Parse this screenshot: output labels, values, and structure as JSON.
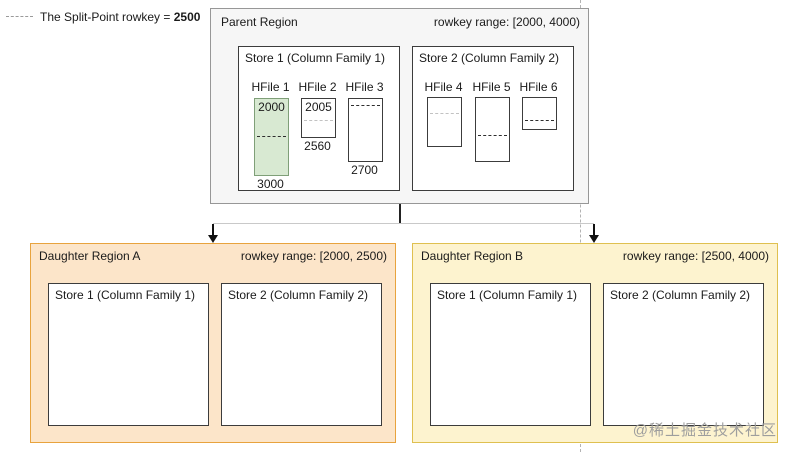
{
  "legend": {
    "prefix": "The Split-Point rowkey = ",
    "value": "2500"
  },
  "parent": {
    "title": "Parent Region",
    "range": "rowkey range: [2000, 4000)",
    "store1_title": "Store 1 (Column Family 1)",
    "store2_title": "Store 2 (Column Family 2)",
    "hfiles": {
      "h1": {
        "label": "HFile 1",
        "start": "2000",
        "end": "3000"
      },
      "h2": {
        "label": "HFile 2",
        "start": "2005",
        "end": "2560"
      },
      "h3": {
        "label": "HFile 3",
        "end": "2700"
      },
      "h4": {
        "label": "HFile 4"
      },
      "h5": {
        "label": "HFile 5"
      },
      "h6": {
        "label": "HFile 6"
      }
    }
  },
  "daughter_a": {
    "title": "Daughter Region A",
    "range": "rowkey range: [2000, 2500)",
    "store1_title": "Store 1 (Column Family 1)",
    "store2_title": "Store 2 (Column Family 2)"
  },
  "daughter_b": {
    "title": "Daughter Region B",
    "range": "rowkey range: [2500, 4000)",
    "store1_title": "Store 1 (Column Family 1)",
    "store2_title": "Store 2 (Column Family 2)"
  },
  "watermark": "@稀土掘金技术社区",
  "colors": {
    "split_hfile_highlight": "#d8e9d2",
    "daughter_a_bg": "#fce5c9",
    "daughter_a_border": "#e8a33d",
    "daughter_b_bg": "#fdf3cf",
    "daughter_b_border": "#dfc050",
    "parent_bg": "#f6f6f6"
  }
}
